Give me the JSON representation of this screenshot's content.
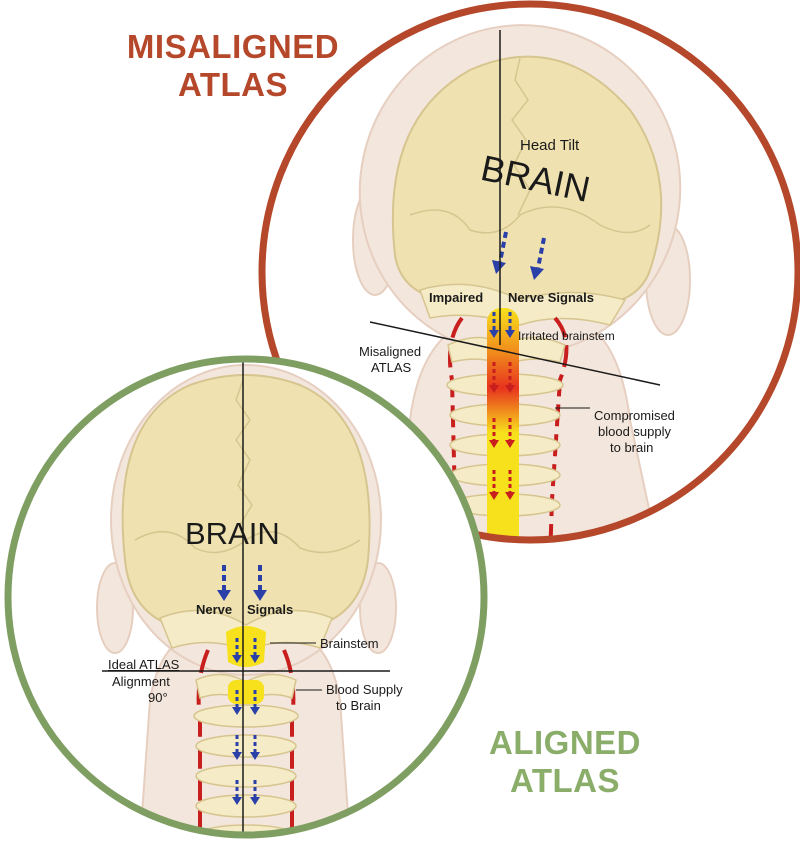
{
  "misaligned": {
    "title_line1": "MISALIGNED",
    "title_line2": "ATLAS",
    "title_color": "#b5472a",
    "ring_color": "#b5472a",
    "head_tilt_label": "Head Tilt",
    "brain_label": "BRAIN",
    "impaired_label": "Impaired",
    "nerve_signals_label": "Nerve Signals",
    "irritated_label": "Irritated brainstem",
    "misaligned_atlas_line1": "Misaligned",
    "misaligned_atlas_line2": "ATLAS",
    "compromised_line1": "Compromised",
    "compromised_line2": "blood supply",
    "compromised_line3": "to brain"
  },
  "aligned": {
    "title_line1": "ALIGNED",
    "title_line2": "ATLAS",
    "title_color": "#8aad6a",
    "ring_color": "#7f9e62",
    "brain_label": "BRAIN",
    "nerve_label": "Nerve",
    "signals_label": "Signals",
    "brainstem_label": "Brainstem",
    "ideal_line1": "Ideal ATLAS",
    "ideal_line2": "Alignment",
    "ideal_line3": "90°",
    "blood_line1": "Blood Supply",
    "blood_line2": "to Brain"
  },
  "colors": {
    "skull_fill": "#efe2b0",
    "skull_outline": "#d6c58f",
    "bone_fill": "#f5ebc6",
    "spinal_yellow": "#f7e11c",
    "inflamed_red": "#e8331e",
    "artery_red": "#c81e1e",
    "arrow_blue": "#2a3fa8",
    "skin": "#f3e6dc"
  }
}
